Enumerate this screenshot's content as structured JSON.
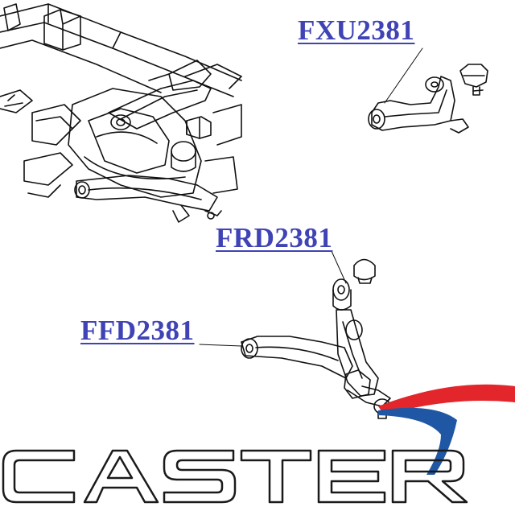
{
  "parts": {
    "upper_arm": {
      "code": "FXU2381"
    },
    "lower_rear": {
      "code": "FRD2381"
    },
    "lower_front": {
      "code": "FFD2381"
    }
  },
  "brand": {
    "name": "CASTER",
    "logo_colors": {
      "red": "#e2262b",
      "blue": "#1f57a4",
      "letter_outline": "#1a1a1a"
    }
  },
  "label_color": "#3f43b5",
  "line_color": "#111111"
}
